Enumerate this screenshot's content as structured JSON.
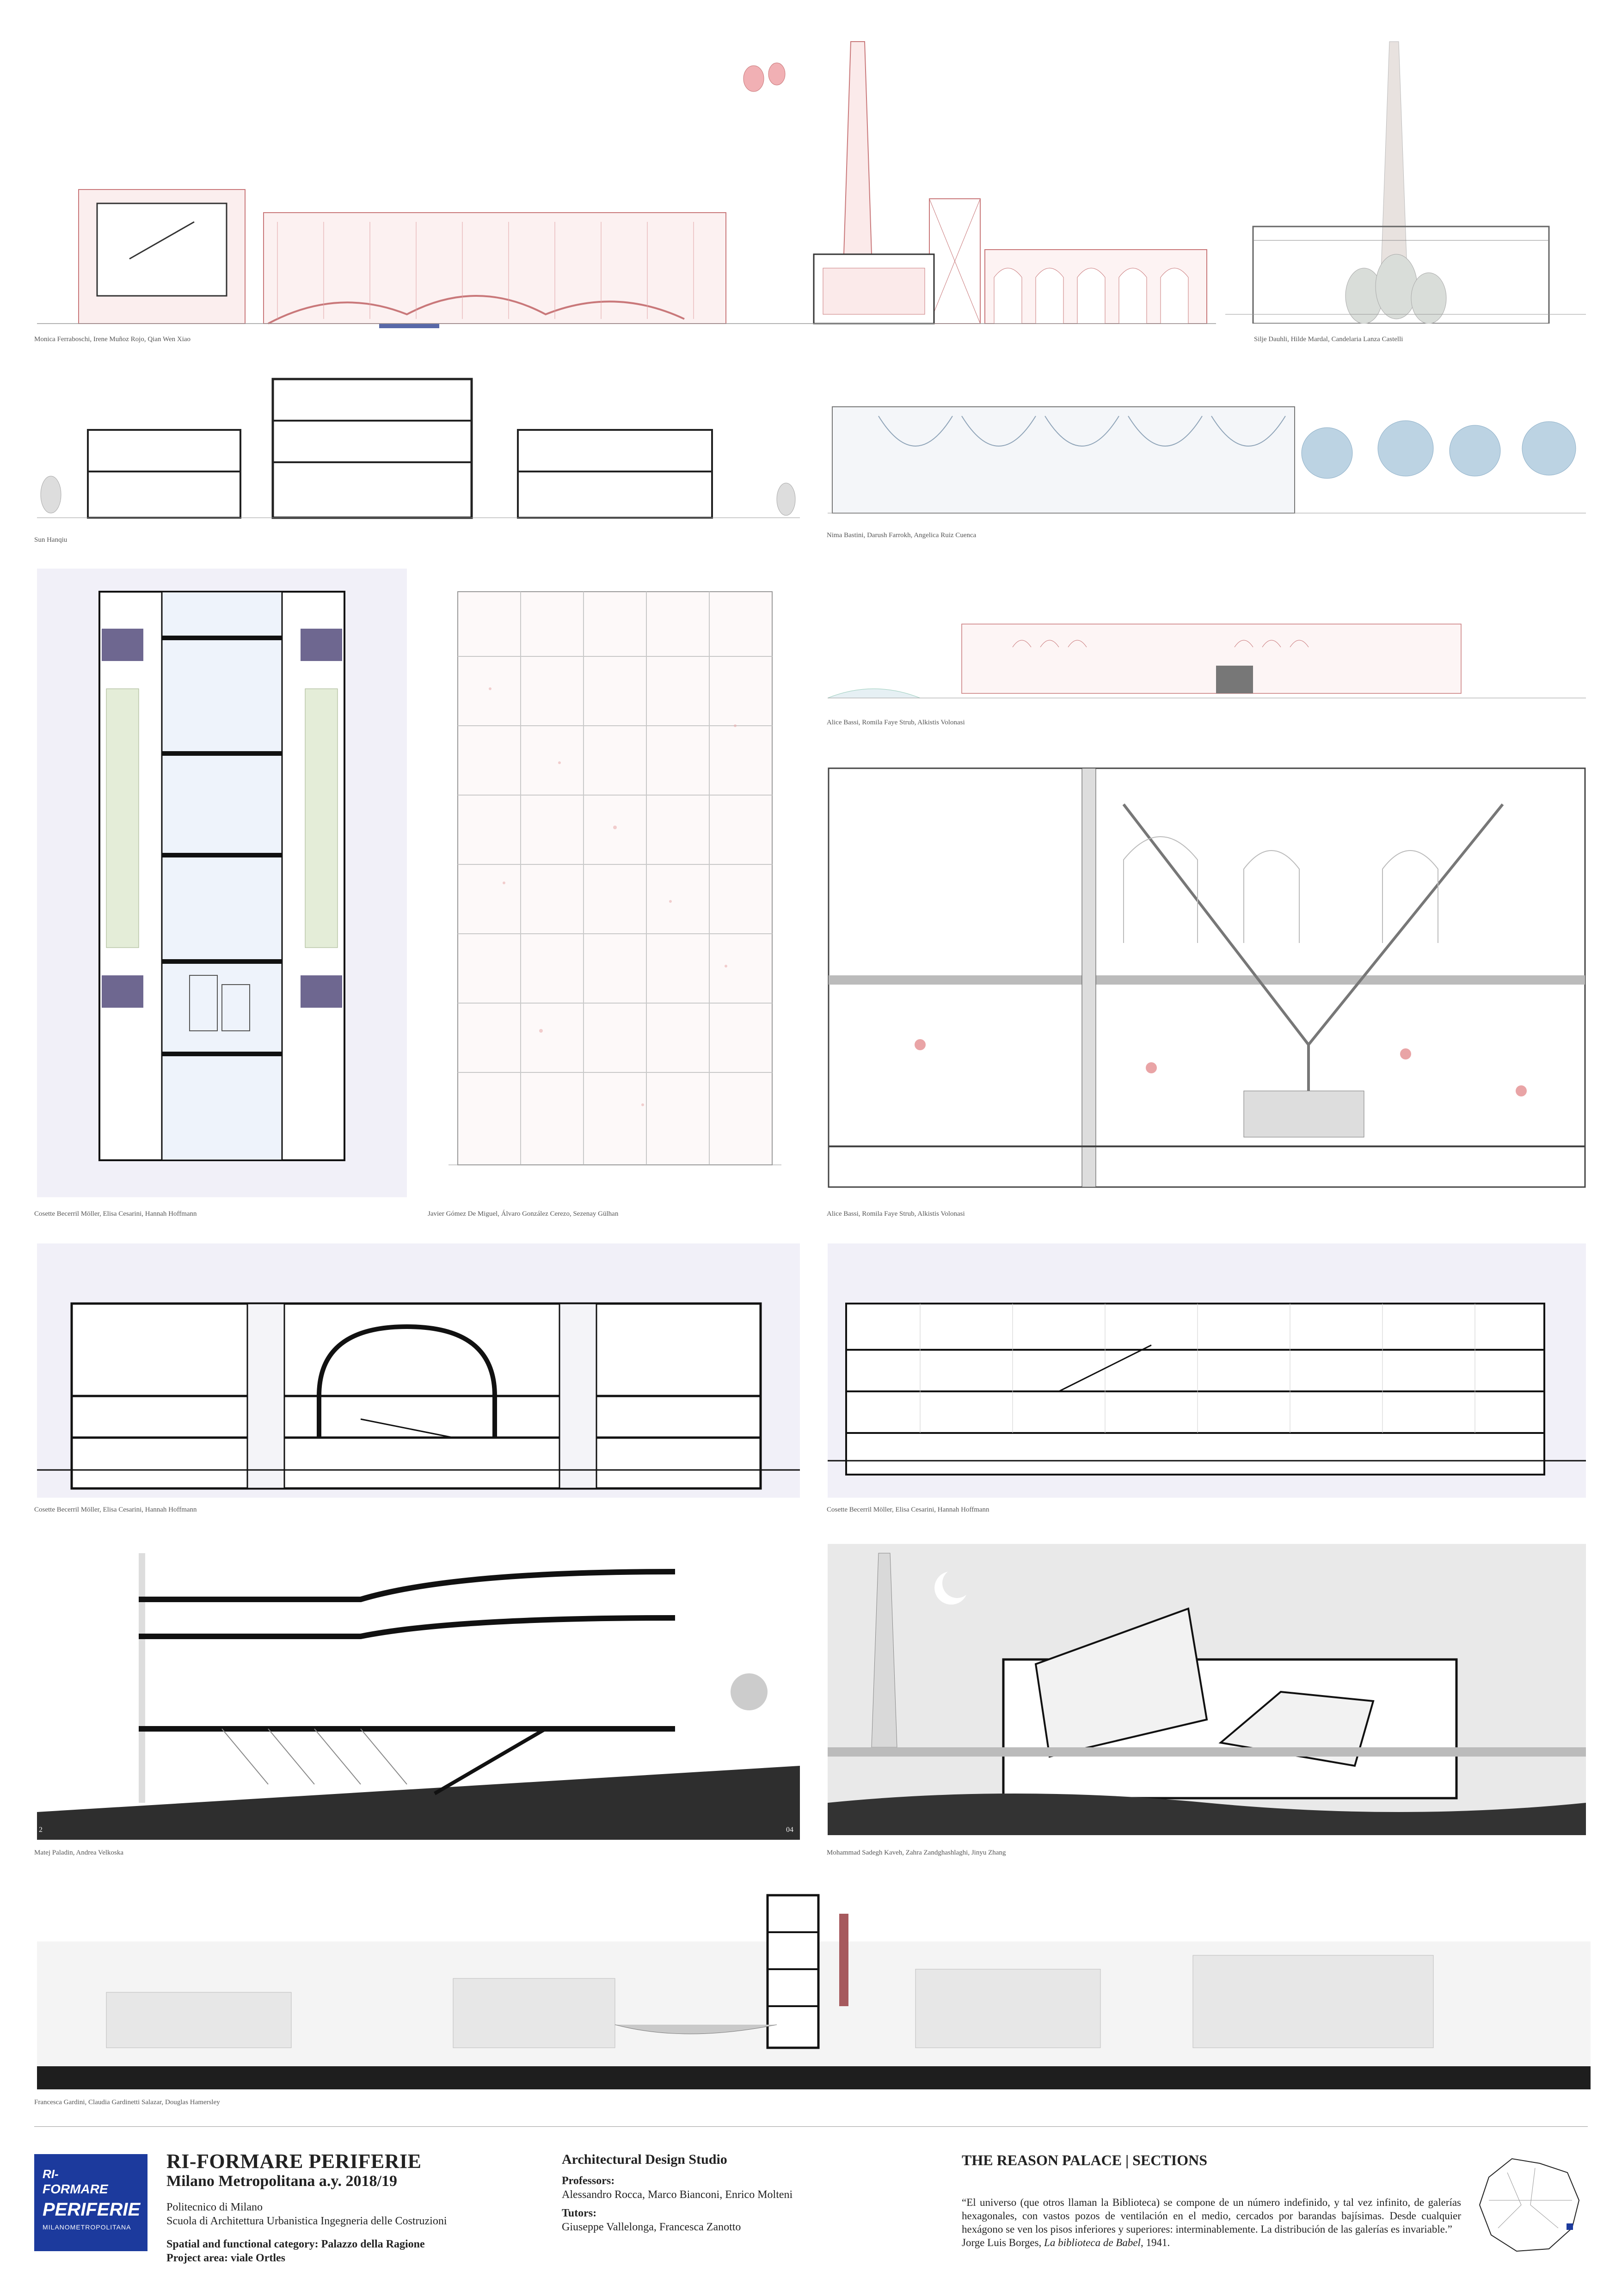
{
  "captions": {
    "c1": "Monica Ferraboschi, Irene Muñoz Rojo, Qian Wen Xiao",
    "c2": "Silje Dauhli, Hilde Mardal, Candelaria Lanza Castelli",
    "c3": "Sun Hanqiu",
    "c4": "Nima Bastini, Darush Farrokh, Angelica Ruiz Cuenca",
    "c5": "Alice Bassi, Romila Faye Strub, Alkistis Volonasi",
    "c6": "Cosette Becerril Möller, Elisa Cesarini, Hannah Hoffmann",
    "c7": "Javier Gómez De Miguel, Álvaro González Cerezo, Sezenay Gülhan",
    "c8": "Alice Bassi, Romila Faye Strub, Alkistis Volonasi",
    "c9": "Cosette Becerril Möller, Elisa Cesarini, Hannah Hoffmann",
    "c10": "Cosette Becerril Möller, Elisa Cesarini, Hannah Hoffmann",
    "c11": "Matej Paladin, Andrea Velkoska",
    "c12": "Mohammad Sadegh Kaveh, Zahra Zandghashlaghi, Jinyu Zhang",
    "c13": "Francesca Gardini, Claudia Gardinetti Salazar, Douglas Hamersley"
  },
  "footer": {
    "logo_ri": "RI-",
    "logo_formare": "FORMARE",
    "logo_periferie": "PERIFERIE",
    "logo_milano": "MILANOMETROPOLITANA",
    "title": "RI-FORMARE PERIFERIE",
    "subtitle": "Milano Metropolitana a.y. 2018/19",
    "school1": "Politecnico di Milano",
    "school2": "Scuola di Architettura Urbanistica Ingegneria delle Costruzioni",
    "category": "Spatial and functional category: Palazzo della Ragione",
    "area": "Project area: viale Ortles",
    "studio": "Architectural Design Studio",
    "professors_label": "Professors:",
    "professors": "Alessandro Rocca, Marco Bianconi, Enrico Molteni",
    "tutors_label": "Tutors:",
    "tutors": "Giuseppe Vallelonga, Francesca Zanotto",
    "sheet_title": "THE REASON PALACE | SECTIONS",
    "quote_1": "“El universo (que otros llaman la Biblioteca) se compone de un número indefinido, y tal vez infinito, de galerías hexagonales, con vastos pozos de ventilación en el medio, cercados por barandas bajísimas. Desde cualquier hexágono se ven los pisos inferiores y superiores: interminablemente. La distribución de las galerías es invariable.”",
    "quote_2": "Jorge Luis Borges, ",
    "quote_book": "La biblioteca de Babel",
    "quote_year": ", 1941."
  },
  "page_numbers": {
    "p1": "2",
    "p2": "04"
  },
  "colors": {
    "accent_red": "#c9787a",
    "lavender": "#f1f0f8",
    "logo_blue": "#1c3a9d",
    "dark_purple": "#6e6790"
  }
}
